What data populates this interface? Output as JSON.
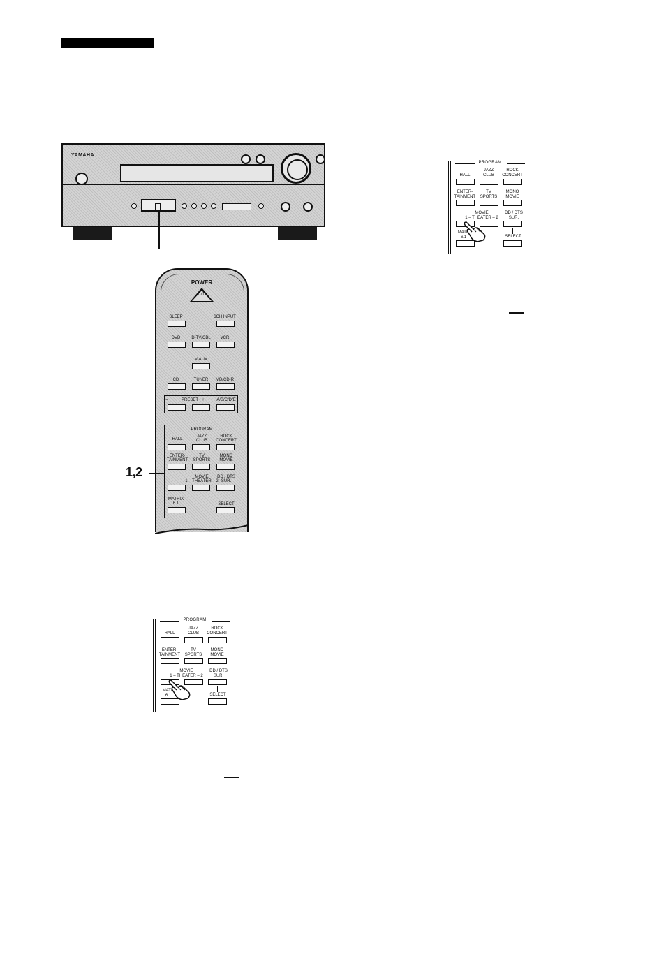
{
  "receiver": {
    "brand": "YAMAHA"
  },
  "remote": {
    "power_label": "POWER",
    "power_symbol": "⏻/I",
    "row1": [
      "SLEEP",
      "6CH INPUT"
    ],
    "row2": [
      "DVD",
      "D-TV/CBL",
      "VCR"
    ],
    "row3": [
      "V-AUX"
    ],
    "row4": [
      "CD",
      "TUNER",
      "MD/CD-R"
    ],
    "preset": [
      "–",
      "PRESET",
      "+",
      "A/B/C/D/E"
    ],
    "program_title": "PROGRAM",
    "program_row1": [
      "HALL",
      "JAZZ\nCLUB",
      "ROCK\nCONCERT"
    ],
    "program_row2": [
      "ENTER-\nTAINMENT",
      "TV\nSPORTS",
      "MONO\nMOVIE"
    ],
    "program_row3_center": "MOVIE\n1 – THEATER – 2",
    "program_row3_right": "DD / DTS\nSUR.",
    "program_row4_left": "MATRIX\n6.1",
    "program_row4_right": "SELECT",
    "callout": "1,2"
  },
  "panel_top": {
    "title": "PROGRAM",
    "row1": [
      "HALL",
      "JAZZ\nCLUB",
      "ROCK\nCONCERT"
    ],
    "row2": [
      "ENTER-\nTAINMENT",
      "TV\nSPORTS",
      "MONO\nMOVIE"
    ],
    "row3_center": "MOVIE\n1 – THEATER – 2",
    "row3_right": "DD / DTS\nSUR.",
    "row4_left": "MATR\n6.1",
    "row4_right": "SELECT"
  },
  "panel_bottom": {
    "title": "PROGRAM",
    "row1": [
      "HALL",
      "JAZZ\nCLUB",
      "ROCK\nCONCERT"
    ],
    "row2": [
      "ENTER-\nTAINMENT",
      "TV\nSPORTS",
      "MONO\nMOVIE"
    ],
    "row3_center": "MOVIE\n1 – THEATER – 2",
    "row3_right": "DD / DTS\nSUR.",
    "row4_left": "MATR\n6.1",
    "row4_right": "SELECT"
  }
}
